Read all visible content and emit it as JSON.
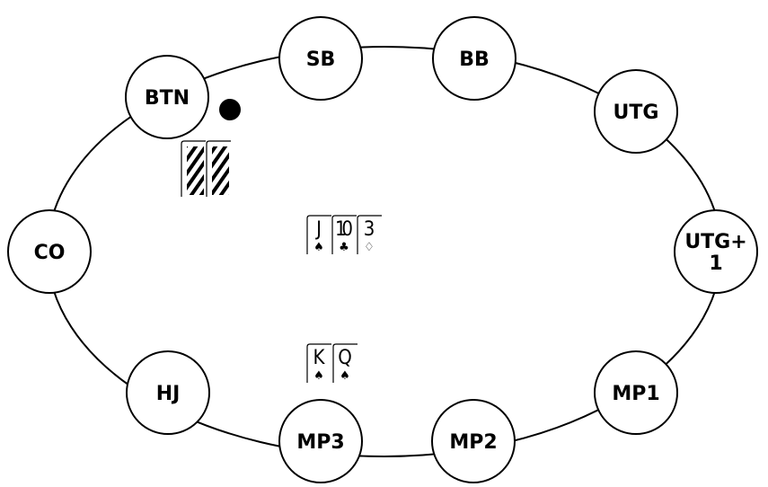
{
  "table": {
    "seats": [
      {
        "id": "sb",
        "label": "SB"
      },
      {
        "id": "bb",
        "label": "BB"
      },
      {
        "id": "utg",
        "label": "UTG"
      },
      {
        "id": "utg1",
        "label": "UTG+\n1"
      },
      {
        "id": "mp1",
        "label": "MP1"
      },
      {
        "id": "mp2",
        "label": "MP2"
      },
      {
        "id": "mp3",
        "label": "MP3"
      },
      {
        "id": "hj",
        "label": "HJ"
      },
      {
        "id": "co",
        "label": "CO"
      },
      {
        "id": "btn",
        "label": "BTN"
      }
    ],
    "dealer_button_seat": "btn",
    "board": [
      {
        "rank": "J",
        "suit": "♠"
      },
      {
        "rank": "10",
        "suit": "♣"
      },
      {
        "rank": "3",
        "suit": "♢"
      }
    ],
    "hero_seat": "mp3",
    "hero_hand": [
      {
        "rank": "K",
        "suit": "♠"
      },
      {
        "rank": "Q",
        "suit": "♠"
      }
    ],
    "villain_seat": "btn",
    "villain_hand": [
      "face-down",
      "face-down"
    ]
  }
}
